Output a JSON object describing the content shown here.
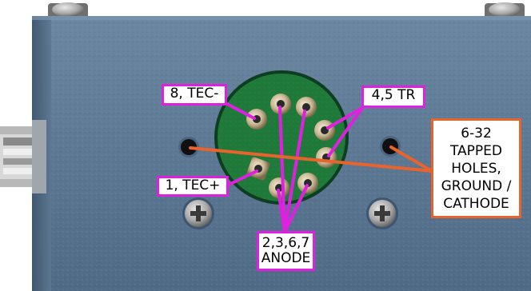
{
  "labels": {
    "tec_minus": "8, TEC-",
    "tr": "4,5 TR",
    "tec_plus": "1, TEC+",
    "anode": [
      "2,3,6,7",
      "ANODE"
    ],
    "holes": [
      "6-32",
      "TAPPED",
      "HOLES,",
      "GROUND /",
      "CATHODE"
    ]
  },
  "colors": {
    "panel": "#5e7a95",
    "pcb": "#1f7a3a",
    "pink": "#e020e0",
    "orange": "#e8642c"
  }
}
